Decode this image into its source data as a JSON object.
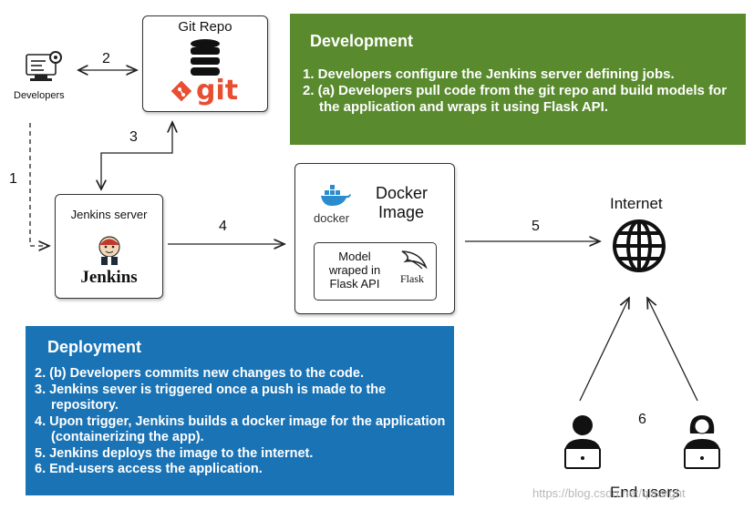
{
  "developers": {
    "label": "Developers"
  },
  "git_repo": {
    "title": "Git Repo",
    "logo_text": "git"
  },
  "jenkins": {
    "title": "Jenkins server",
    "logo_text": "Jenkins"
  },
  "docker": {
    "logo_text": "docker",
    "title_line1": "Docker",
    "title_line2": "Image"
  },
  "model": {
    "line1": "Model",
    "line2": "wraped in",
    "line3": "Flask API",
    "flask_logo": "Flask"
  },
  "internet": {
    "label": "Internet"
  },
  "end_users": {
    "label": "End users"
  },
  "steps": {
    "s1": "1",
    "s2": "2",
    "s3": "3",
    "s4": "4",
    "s5": "5",
    "s6": "6"
  },
  "development": {
    "title": "Development",
    "color": "#5a8a2e",
    "items": [
      "1. Developers configure the Jenkins server defining jobs.",
      "2. (a) Developers pull code from the git repo and build models for the application and wraps it using Flask API."
    ]
  },
  "deployment": {
    "title": "Deployment",
    "color": "#1a73b5",
    "items": [
      "2. (b) Developers commits new changes to the code.",
      "3. Jenkins sever is triggered once a push is made to the repository.",
      "4. Upon trigger, Jenkins builds a docker image for the application (containerizing the app).",
      "5. Jenkins deploys the image to the internet.",
      "6. End-users access the application."
    ]
  },
  "watermark": "https://blog.csdn.net/qiinsight",
  "colors": {
    "git_orange": "#e84e31",
    "docker_blue": "#2a8ccf",
    "jenkins_red": "#c0392b"
  }
}
